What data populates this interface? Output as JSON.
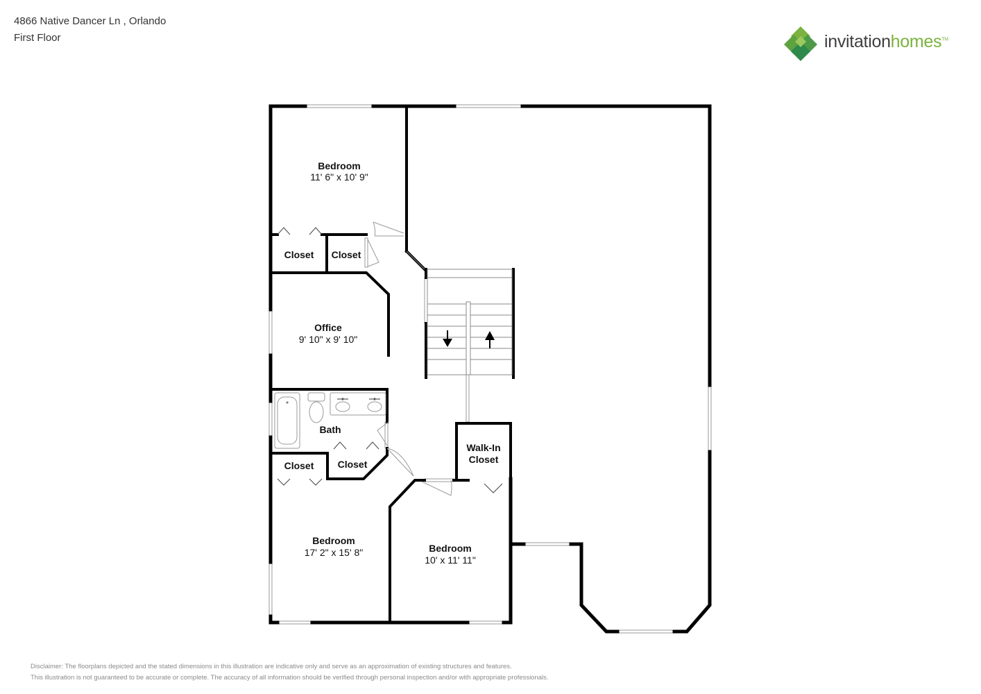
{
  "header": {
    "address": "4866 Native Dancer Ln , Orlando",
    "floor": "First Floor"
  },
  "logo": {
    "word1": "invitation",
    "word2": "homes",
    "mark": "TM",
    "icon": "diamond-cluster-logo-icon",
    "colors": {
      "dark": "#3f3f3f",
      "green": "#7ab33f"
    }
  },
  "rooms": {
    "bedroom_top": {
      "name": "Bedroom",
      "dims": "11' 6\" x 10' 9\""
    },
    "closet_1": {
      "name": "Closet"
    },
    "closet_2": {
      "name": "Closet"
    },
    "office": {
      "name": "Office",
      "dims": "9' 10\" x 9' 10\""
    },
    "bath": {
      "name": "Bath"
    },
    "closet_3": {
      "name": "Closet"
    },
    "closet_4": {
      "name": "Closet"
    },
    "walkin": {
      "name": "Walk-In",
      "name2": "Closet"
    },
    "bedroom_bl": {
      "name": "Bedroom",
      "dims": "17' 2\" x 15' 8\""
    },
    "bedroom_br": {
      "name": "Bedroom",
      "dims": "10' x 11' 11\""
    }
  },
  "stairs": {
    "down_icon": "arrow-down-icon",
    "up_icon": "arrow-up-icon"
  },
  "disclaimer": {
    "line1": "Disclaimer: The floorplans depicted and the stated dimensions in this illustration are indicative only and serve as an approximation of existing structures and features.",
    "line2": "This illustration is not guaranteed to be accurate or complete. The accuracy of all information should be verified through personal inspection and/or with appropriate professionals."
  }
}
